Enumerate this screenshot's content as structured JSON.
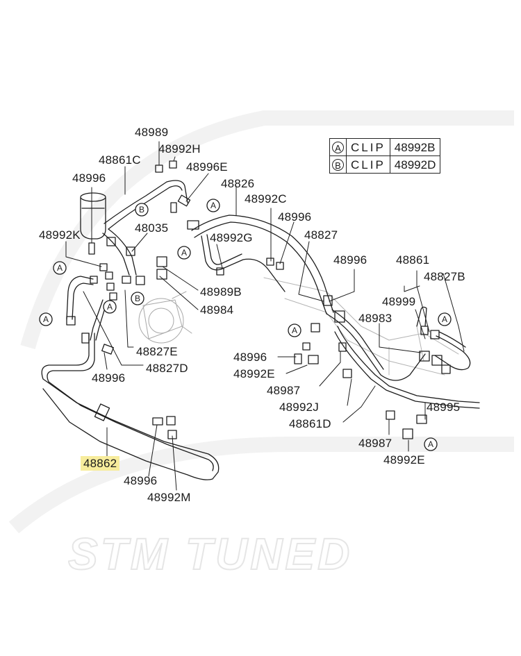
{
  "legend": {
    "rows": [
      {
        "symbol": "A",
        "label": "CLIP",
        "part": "48992B"
      },
      {
        "symbol": "B",
        "label": "CLIP",
        "part": "48992D"
      }
    ]
  },
  "callouts": {
    "p48989": "48989",
    "p48992H": "48992H",
    "p48861C": "48861C",
    "p48996E_top": "48996E",
    "p48996_topleft": "48996",
    "p48826": "48826",
    "p48992C": "48992C",
    "p48035": "48035",
    "p48996_mid": "48996",
    "p48992K": "48992K",
    "p48992G": "48992G",
    "p48827": "48827",
    "p48996_right": "48996",
    "p48861": "48861",
    "p48827B": "48827B",
    "p48989B": "48989B",
    "p48984": "48984",
    "p48999": "48999",
    "p48983": "48983",
    "p48827E": "48827E",
    "p48827D": "48827D",
    "p48996_left": "48996",
    "p48996_centre": "48996",
    "p48992E_mid": "48992E",
    "p48987_mid": "48987",
    "p48992J": "48992J",
    "p48861D": "48861D",
    "p48995": "48995",
    "p48987_low": "48987",
    "p48992E_low": "48992E",
    "p48862": "48862",
    "p48996_bottom": "48996",
    "p48992M": "48992M"
  },
  "clip_marks": {
    "a": "A",
    "b": "B"
  },
  "highlight_color": "#f7ec9c",
  "watermark": "STM TUNED"
}
